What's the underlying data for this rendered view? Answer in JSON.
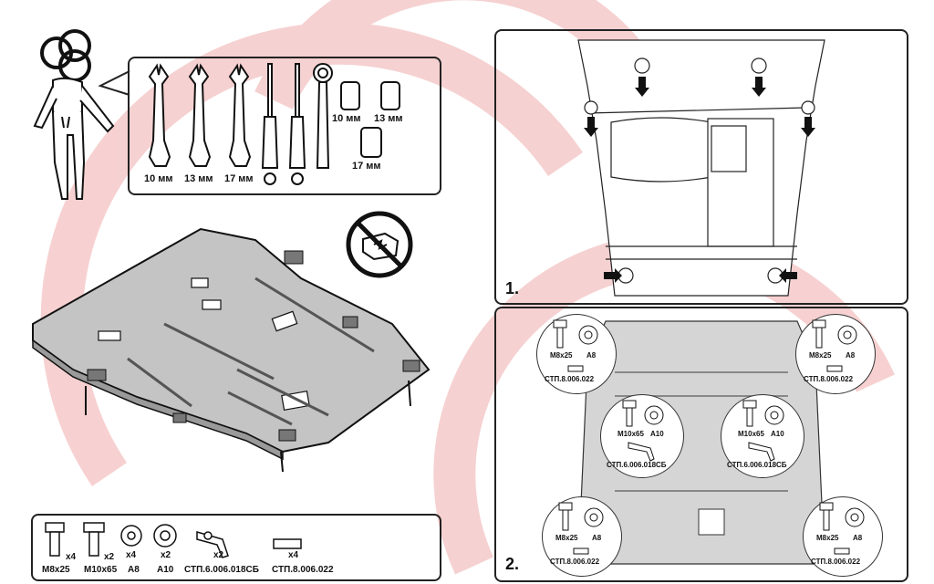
{
  "tools": {
    "wrench_labels": [
      "10 мм",
      "13 мм",
      "17 мм"
    ],
    "sockets_top_labels": [
      "10 мм",
      "13 мм"
    ],
    "socket_bottom_label": "17 мм",
    "icons": [
      "spanner-icon",
      "screwdriver-flat-icon",
      "screwdriver-torx-icon",
      "ratchet-icon",
      "socket-icon"
    ]
  },
  "warning_icon": "no-engine-service-icon",
  "steps": {
    "one": "1.",
    "two": "2."
  },
  "callouts": {
    "bolt_m8": "M8x25",
    "washer_a8": "A8",
    "plate_code": "СТП.8.006.022",
    "bolt_m10": "M10x65",
    "washer_a10": "A10",
    "bracket_code": "СТП.6.006.018СБ"
  },
  "parts": [
    {
      "name": "M8x25",
      "qty": "x4"
    },
    {
      "name": "M10x65",
      "qty": "x2"
    },
    {
      "name": "A8",
      "qty": "x4"
    },
    {
      "name": "A10",
      "qty": "x2"
    },
    {
      "name": "СТП.6.006.018СБ",
      "qty": "x2"
    },
    {
      "name": "СТП.8.006.022",
      "qty": "x4"
    }
  ],
  "colors": {
    "watermark": "#f2b7b7",
    "plate": "#c9c9c9",
    "outline": "#222222"
  }
}
